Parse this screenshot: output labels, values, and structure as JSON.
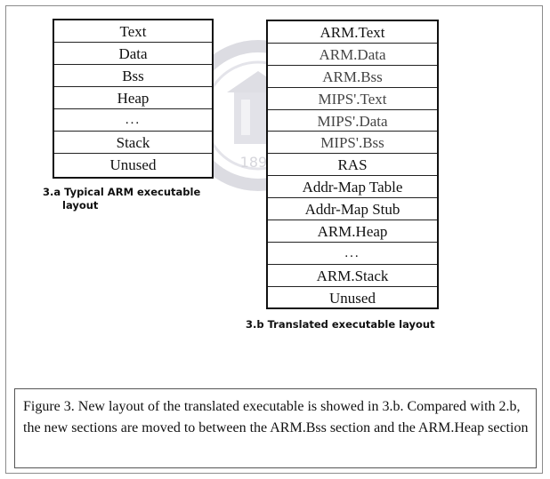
{
  "layout_a": {
    "sections": [
      "Text",
      "Data",
      "Bss",
      "Heap",
      "...",
      "Stack",
      "Unused"
    ],
    "caption_line1": "3.a Typical ARM executable",
    "caption_line2": "layout"
  },
  "layout_b": {
    "sections": [
      "ARM.Text",
      "ARM.Data",
      "ARM.Bss",
      "MIPS'.Text",
      "MIPS'.Data",
      "MIPS'.Bss",
      "RAS",
      "Addr-Map Table",
      "Addr-Map Stub",
      "ARM.Heap",
      "...",
      "ARM.Stack",
      "Unused"
    ],
    "caption": "3.b Translated executable layout"
  },
  "figure_caption": "Figure 3. New layout of the translated executable is showed in 3.b. Compared with 2.b, the new sections are moved to between the ARM.Bss section and the ARM.Heap section",
  "watermark": {
    "year": "1896",
    "color": "#d9d9de"
  }
}
